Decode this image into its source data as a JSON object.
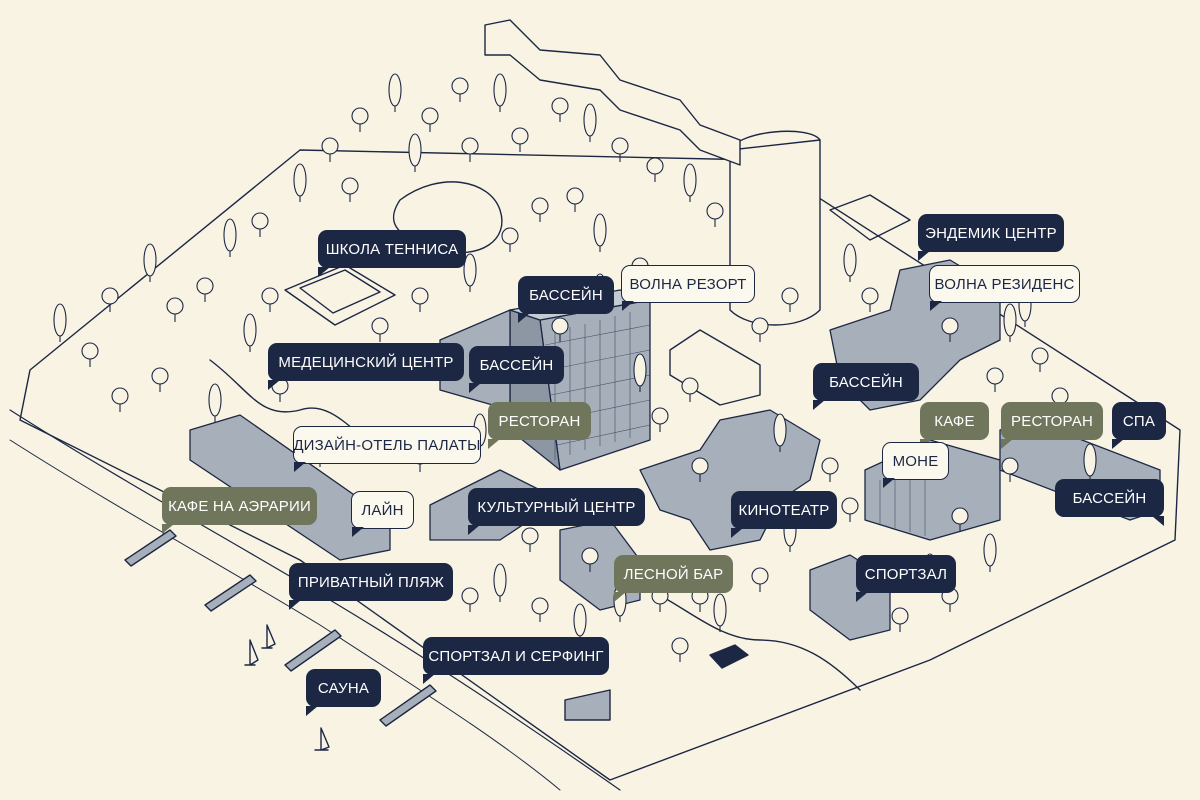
{
  "colors": {
    "background": "#f8f3e3",
    "ink": "#1c2744",
    "building": "#a7b0ba",
    "building_dark": "#8c97a3",
    "label_dark": "#1c2744",
    "label_olive": "#6f765c",
    "label_light": "#fbf8ee"
  },
  "labels": {
    "school_tennis": "ШКОЛА ТЕННИСА",
    "pool_1": "БАССЕЙН",
    "volna_resort": "ВОЛНА РЕЗОРТ",
    "endemic_center": "ЭНДЕМИК ЦЕНТР",
    "volna_residence": "ВОЛНА РЕЗИДЕНС",
    "medical_center": "МЕДЕЦИНСКИЙ ЦЕНТР",
    "pool_2": "БАССЕЙН",
    "pool_3": "БАССЕЙН",
    "restaurant_1": "РЕСТОРАН",
    "cafe": "КАФЕ",
    "restaurant_2": "РЕСТОРАН",
    "spa": "СПА",
    "design_hotel": "ДИЗАЙН-ОТЕЛЬ ПАЛАТЫ",
    "mone": "МОНЕ",
    "cafe_aerarium": "КАФЕ НА АЭРАРИИ",
    "lain": "ЛАЙН",
    "cultural_center": "КУЛЬТУРНЫЙ ЦЕНТР",
    "cinema": "КИНОТЕАТР",
    "pool_4": "БАССЕЙН",
    "forest_bar": "ЛЕСНОЙ БАР",
    "gym": "СПОРТЗАЛ",
    "private_beach": "ПРИВАТНЫЙ ПЛЯЖ",
    "gym_surfing": "СПОРТЗАЛ И СЕРФИНГ",
    "sauna": "САУНА"
  }
}
